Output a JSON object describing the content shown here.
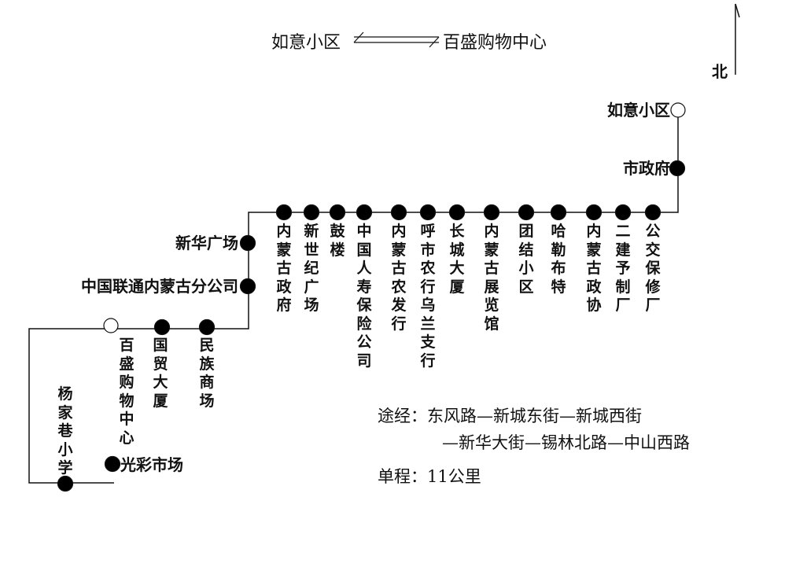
{
  "title": {
    "from": "如意小区",
    "to": "百盛购物中心"
  },
  "north_label": "北",
  "terminals": {
    "start": "如意小区",
    "end": "百盛购物中心"
  },
  "stops_vertical_right": [
    "如意小区",
    "市政府"
  ],
  "stops_main_line": [
    "内蒙古政府",
    "新世纪广场",
    "鼓楼",
    "中国人寿保险公司",
    "内蒙古农发行",
    "呼市农行乌兰支行",
    "长城大厦",
    "内蒙古展览馆",
    "团结小区",
    "哈勒布特",
    "内蒙古政协",
    "二建予制厂",
    "公交保修厂"
  ],
  "stops_left_vertical": [
    "新华广场",
    "中国联通内蒙古分公司"
  ],
  "stops_lower_line": [
    "百盛购物中心",
    "国贸大厦",
    "民族商场"
  ],
  "stops_loop": [
    "杨家巷小学",
    "光彩市场"
  ],
  "route_info": {
    "via_line1": "途经：东风路—新城东街—新城西街",
    "via_line2": "—新华大街—锡林北路—中山西路",
    "distance": "单程：11公里"
  },
  "colors": {
    "line": "#111111",
    "stop": "#000000",
    "terminal": "#ffffff"
  }
}
